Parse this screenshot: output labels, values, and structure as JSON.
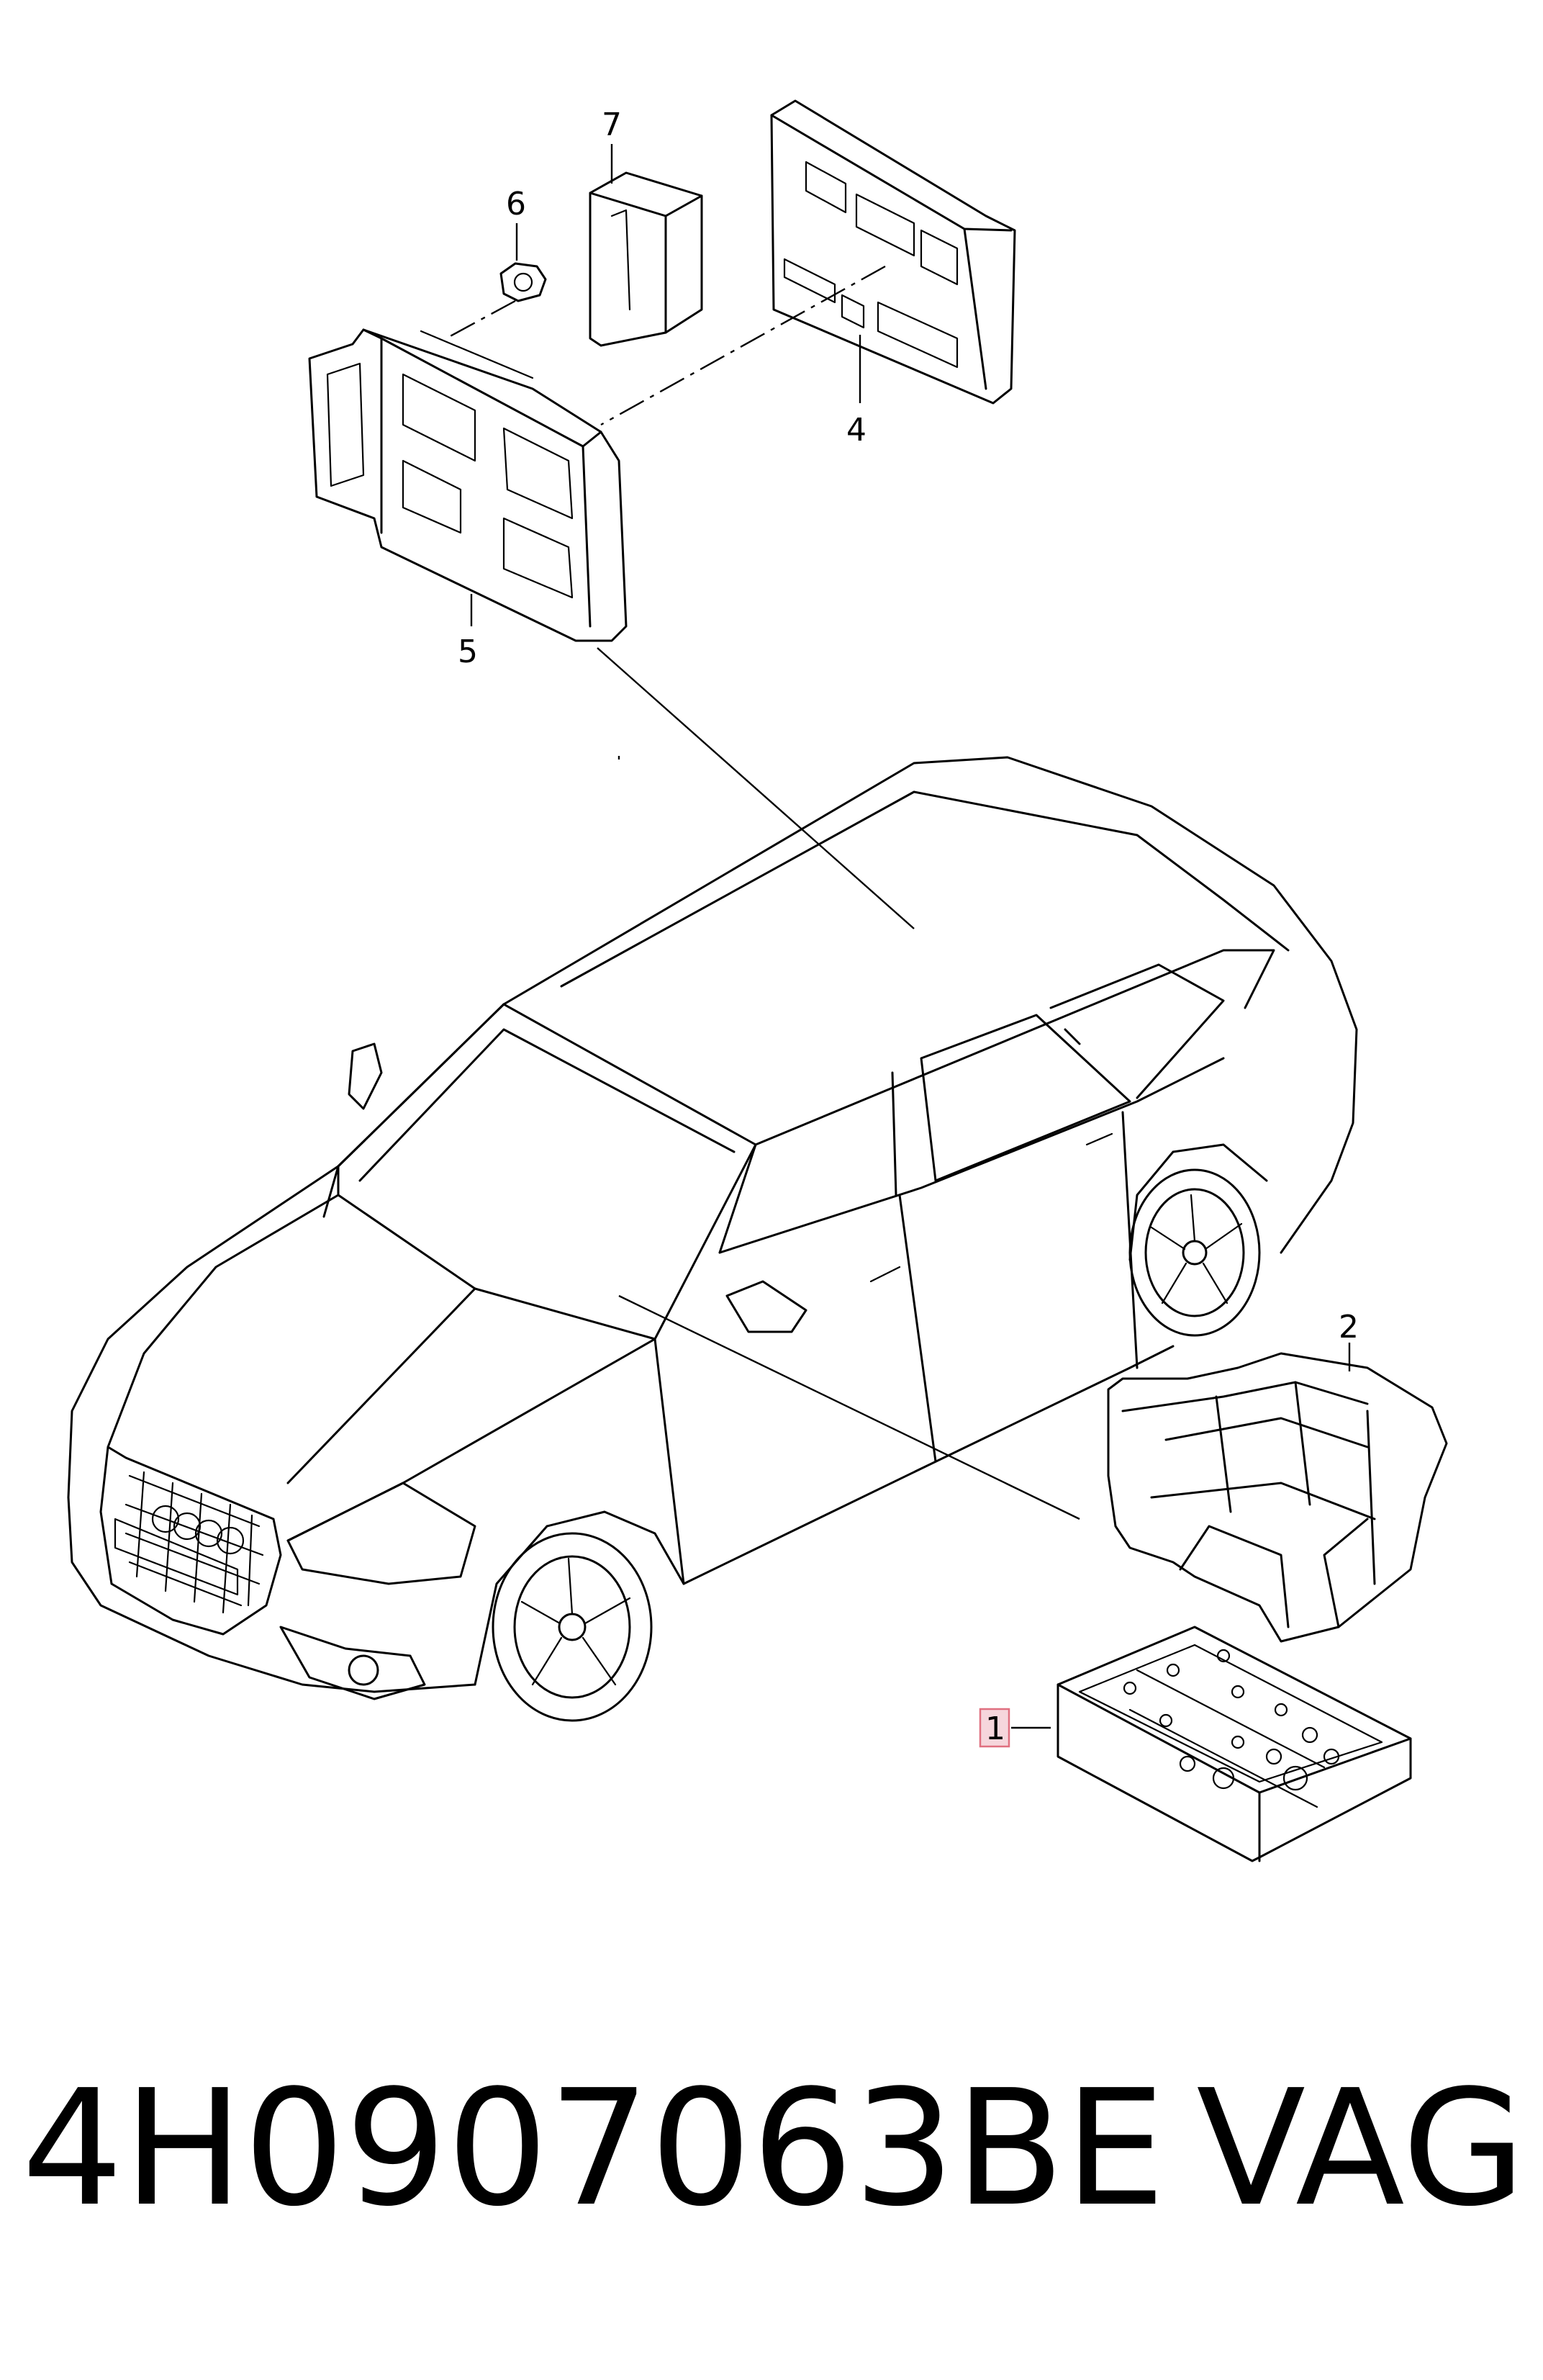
{
  "diagram": {
    "callouts": [
      {
        "id": "1",
        "label": "1",
        "highlighted": true
      },
      {
        "id": "2",
        "label": "2"
      },
      {
        "id": "4",
        "label": "4"
      },
      {
        "id": "5",
        "label": "5"
      },
      {
        "id": "6",
        "label": "6"
      },
      {
        "id": "7",
        "label": "7"
      }
    ],
    "highlight_color": "#f6d6dc"
  },
  "footer": {
    "part_number": "4H0907063BE",
    "brand": "VAG"
  }
}
